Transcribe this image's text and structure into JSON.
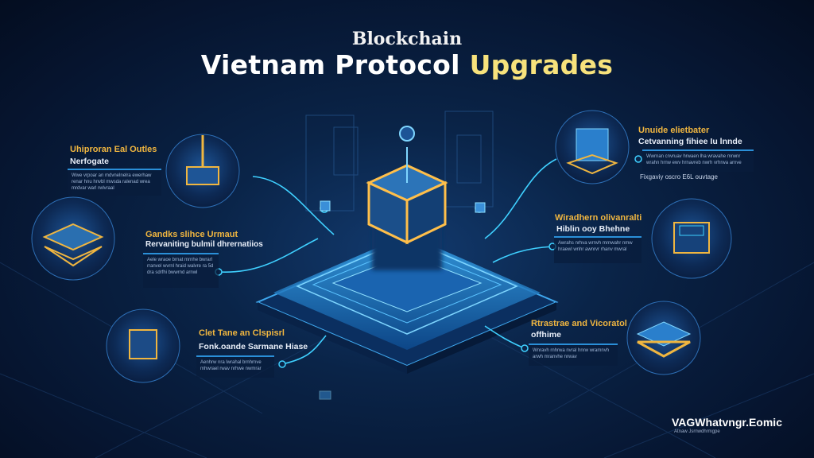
{
  "header": {
    "supertitle": "Blockchain",
    "title_main": "Vietnam Protocol",
    "title_highlight": "Upgrades"
  },
  "colors": {
    "accent": "#f7e27c",
    "orange": "#f0b640",
    "cyan": "#3fd0ff",
    "background": "#07152e"
  },
  "callouts": [
    {
      "title": "Uhiproran Eal Outles",
      "subtitle": "Nerfogate",
      "body": "Wwe vrpoar an mdvnelnelra ewerhaw renar hnu hnvbl mwsda ralenad wrea mrdvar warl rwlvraal"
    },
    {
      "title": "Gandks slihce Urmaut",
      "subtitle": "Rervaniting bulmil dhrernatiios",
      "body": "Aele wraoe brnat mrnhe bwrarl rranvel wvrnl hraid walvre ra 5d dra sdrfhi bwwrnd arnwl"
    },
    {
      "title": "Clet Tane an Clspisrl",
      "subtitle": "Fonk.oande Sarmane Hiase",
      "body": "Aenhrw nra lwrahal brnhrnve mhwrael rwav nrhwe nwmrar"
    },
    {
      "title": "Unuide elietbater",
      "subtitle": "Cetvanning fihiee Iu lnnde",
      "body": "Wwrnan cnvruav hrwaen lha wravahe mrwnr wrahn hrnw ewv hrnavreb nwrh vrhrwa arnve",
      "footer": "Fixgaviy oscro E6L ouvtage"
    },
    {
      "title": "Wiradhern olivanralti",
      "subtitle": "Hiblin ooy Bhehne",
      "body": "Awrahs nrhva wrnvh mrnwahr nmw hraewl wnhr awnrvr rhanv mwral"
    },
    {
      "title": "Rtrastrae and Vicoratol",
      "subtitle": "offhime",
      "body": "Wnravh rnhrwa nvral hnrw wramnvh arwh mranvhe nrwav"
    }
  ],
  "watermark": {
    "text": "VAGWhatvngr.Eomic",
    "subtext": "Atnaw Jsrnwdhrmgpe"
  }
}
